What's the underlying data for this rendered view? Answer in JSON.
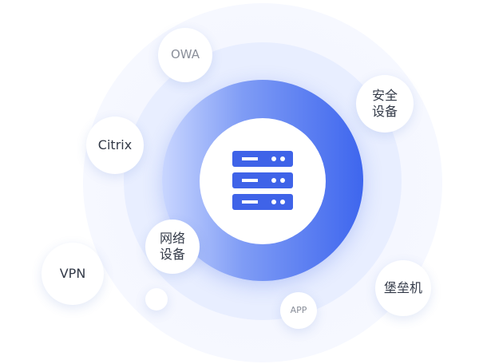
{
  "diagram": {
    "center_icon": "server-icon",
    "colors": {
      "core_start": "#c9d6ff",
      "core_end": "#3e66ee",
      "icon_blue": "#3f63e8",
      "text_dark": "#333a48",
      "text_gray": "#8a8f9a"
    },
    "nodes": {
      "owa": "OWA",
      "security_device": "安全\n设备",
      "citrix": "Citrix",
      "network_device": "网络\n设备",
      "vpn": "VPN",
      "app": "APP",
      "bastion_host": "堡垒机"
    }
  }
}
